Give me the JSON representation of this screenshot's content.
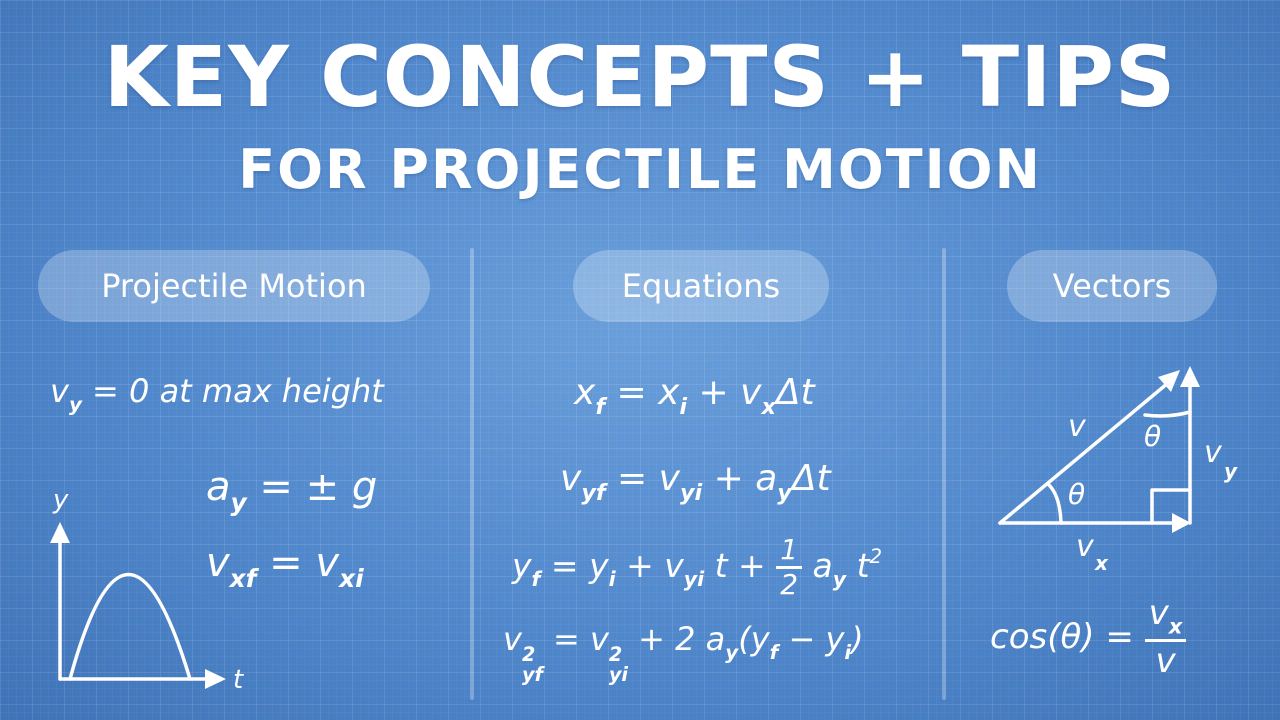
{
  "title": {
    "main": "KEY CONCEPTS + TIPS",
    "sub": "FOR PROJECTILE MOTION"
  },
  "sections": {
    "projectile": {
      "label": "Projectile Motion",
      "fact_vy": {
        "v": "v",
        "sub": "y",
        "rest": " = 0 at max height"
      },
      "fact_ay": {
        "a": "a",
        "sub": "y",
        "rest": " = ± g"
      },
      "fact_vx": {
        "v1": "v",
        "sub1": "xf",
        "eq": " = ",
        "v2": "v",
        "sub2": "xi"
      },
      "graph": {
        "y_axis_label": "y",
        "x_axis_label": "t"
      }
    },
    "equations": {
      "label": "Equations",
      "eq1": {
        "x": "x",
        "xs": "f",
        "eq": " = ",
        "x2": "x",
        "x2s": "i",
        "plus": " + ",
        "v": "v",
        "vs": "x",
        "dt": "Δt"
      },
      "eq2": {
        "v": "v",
        "vs": "yf",
        "eq": " = ",
        "v2": "v",
        "v2s": "yi",
        "plus": " + ",
        "a": "a",
        "as": "y",
        "dt": "Δt"
      },
      "eq3": {
        "y": "y",
        "ys": "f",
        "eq": " = ",
        "y2": "y",
        "y2s": "i",
        "plus": " + ",
        "v": "v",
        "vs": "yi",
        "t": " t + ",
        "num": "1",
        "den": "2",
        "a": "a",
        "as": "y",
        "t2": " t",
        "sq": "2"
      },
      "eq4": {
        "v": "v",
        "vsup": "2",
        "vs": "yf",
        "eq": " = ",
        "v2": "v",
        "v2sup": "2",
        "v2s": "yi",
        "plus": " + 2 ",
        "a": "a",
        "as": "y",
        "open": "(",
        "y": "y",
        "ys": "f",
        "minus": " − ",
        "y2": "y",
        "y2s": "i",
        "close": ")"
      }
    },
    "vectors": {
      "label": "Vectors",
      "triangle": {
        "hyp": "v",
        "vertical": "v",
        "vertical_sub": "y",
        "horizontal": "v",
        "horizontal_sub": "x",
        "angle_top": "θ",
        "angle_bottom": "θ"
      },
      "cos": {
        "lhs": "cos(θ) = ",
        "num": "v",
        "num_sub": "x",
        "den": "v"
      }
    }
  },
  "colors": {
    "background": "#5188cc",
    "ink": "#ffffff",
    "pill": "rgba(255,255,255,0.26)"
  }
}
